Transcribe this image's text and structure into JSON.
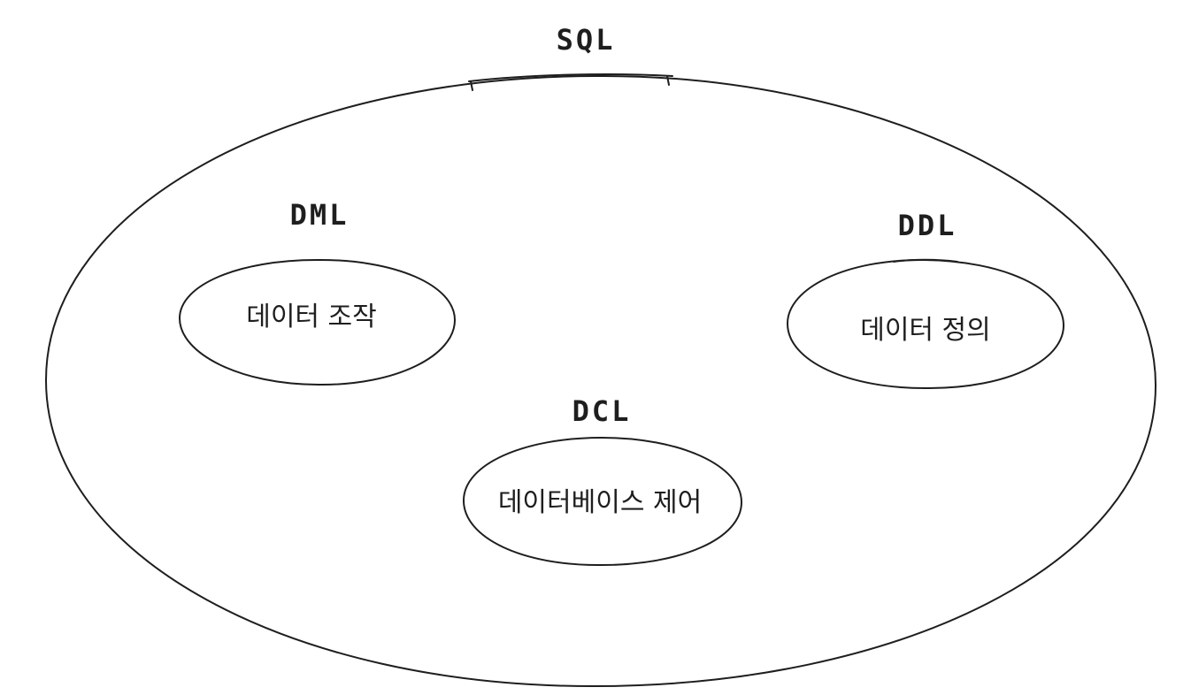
{
  "diagram": {
    "outer": {
      "title": "SQL"
    },
    "groups": [
      {
        "id": "dml",
        "title": "DML",
        "label": "데이터 조작"
      },
      {
        "id": "ddl",
        "title": "DDL",
        "label": "데이터 정의"
      },
      {
        "id": "dcl",
        "title": "DCL",
        "label": "데이터베이스 제어"
      }
    ]
  },
  "colors": {
    "stroke": "#1e1e1e",
    "background": "#ffffff"
  }
}
